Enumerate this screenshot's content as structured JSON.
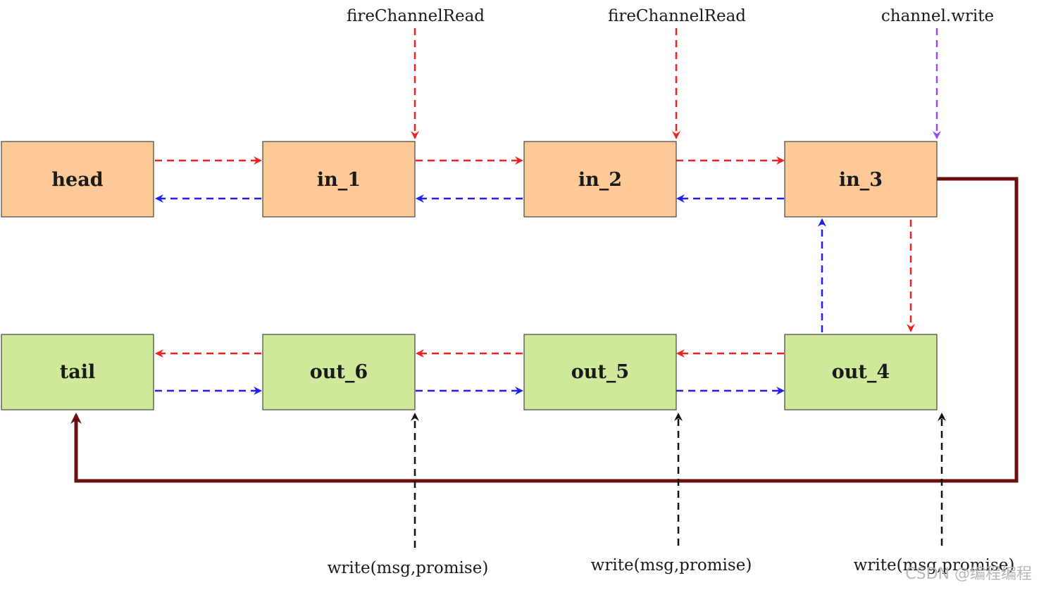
{
  "nodes": {
    "head": "head",
    "in_1": "in_1",
    "in_2": "in_2",
    "in_3": "in_3",
    "tail": "tail",
    "out_6": "out_6",
    "out_5": "out_5",
    "out_4": "out_4"
  },
  "annotations": {
    "top_1": "fireChannelRead",
    "top_2": "fireChannelRead",
    "top_3": "channel.write",
    "bottom_1": "write(msg,promise)",
    "bottom_2": "write(msg,promise)",
    "bottom_3": "write(msg,promise)"
  },
  "watermark": "CSDN @编程编程",
  "colors": {
    "inbound_fill": "#fcc997",
    "outbound_fill": "#cfe89a",
    "inbound_arrow": "#ee2222",
    "outbound_arrow": "#1f1fee",
    "channel_write_arrow": "#9b4de8",
    "write_arrow": "#111111",
    "loop_connector": "#6b0f0f"
  }
}
